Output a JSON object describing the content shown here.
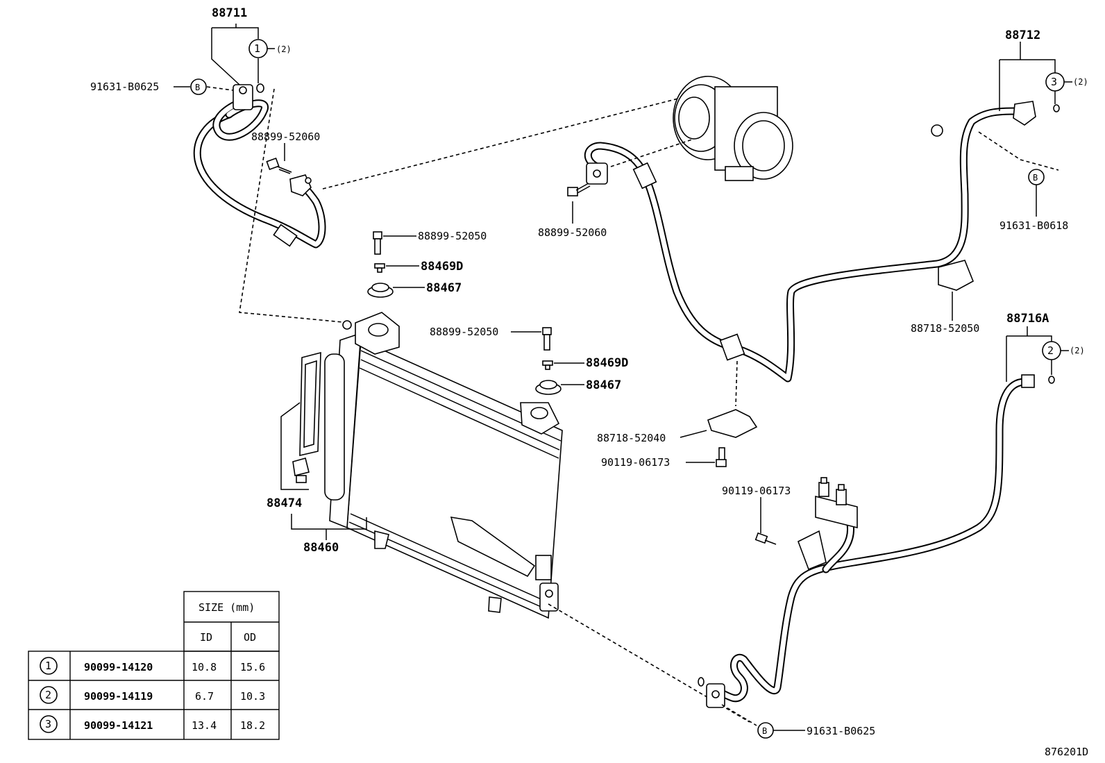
{
  "labels": {
    "p88711": "88711",
    "p88712": "88712",
    "p88716a": "88716A",
    "p91631_b0625_top": "91631-B0625",
    "p91631_b0625_bot": "91631-B0625",
    "p91631_b0618": "91631-B0618",
    "p88899_52060_left": "88899-52060",
    "p88899_52060_mid": "88899-52060",
    "p88899_52050_a": "88899-52050",
    "p88899_52050_b": "88899-52050",
    "p88469d_a": "88469D",
    "p88469d_b": "88469D",
    "p88467_a": "88467",
    "p88467_b": "88467",
    "p88718_52050": "88718-52050",
    "p88718_52040": "88718-52040",
    "p90119_06173_a": "90119-06173",
    "p90119_06173_b": "90119-06173",
    "p88474": "88474",
    "p88460": "88460",
    "qty2_a": "(2)",
    "qty2_b": "(2)",
    "qty2_c": "(2)",
    "ref_b1": "B",
    "ref_b2": "B",
    "ref_b3": "B",
    "circ1": "1",
    "circ2": "2",
    "circ3": "3",
    "figure_id": "876201D"
  },
  "size_table": {
    "header": "SIZE (mm)",
    "col_id": "ID",
    "col_od": "OD",
    "rows": [
      {
        "ref": "1",
        "part": "90099-14120",
        "id": "10.8",
        "od": "15.6"
      },
      {
        "ref": "2",
        "part": "90099-14119",
        "id": "6.7",
        "od": "10.3"
      },
      {
        "ref": "3",
        "part": "90099-14121",
        "id": "13.4",
        "od": "18.2"
      }
    ]
  }
}
